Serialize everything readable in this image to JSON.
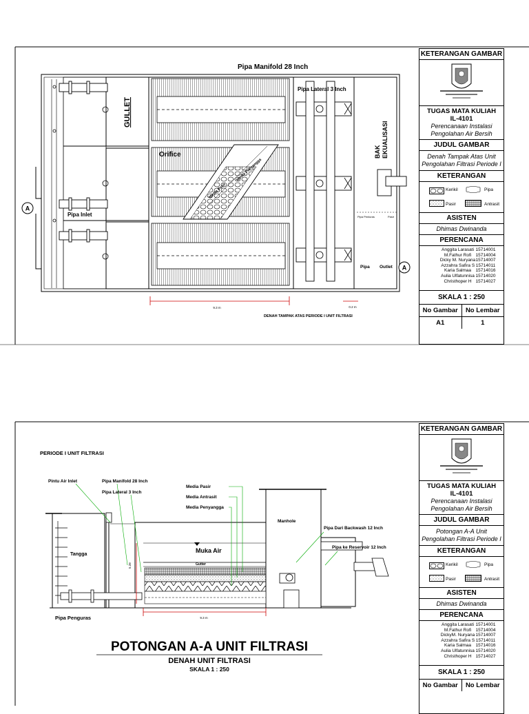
{
  "sheet1": {
    "plan": {
      "manifold_label": "Pipa Manifold 28 Inch",
      "lateral_label": "Pipa Lateral 3 Inch",
      "gullet_label": "GULLET",
      "orifice_label": "Orifice",
      "bak_label_1": "BAK",
      "bak_label_2": "EKUALISASI",
      "media_label_1": "Media Pasir",
      "media_label_2": "Media Penyangga",
      "inlet_label": "Pipa Inlet",
      "pipe_small_label": "Pipa Penluras",
      "pipe_small_label_2": "Pasir",
      "pipa_label": "Pipa",
      "outlet_label": "Outlet",
      "section_marker": "A",
      "dim_1": "9.3 m",
      "dim_2": "0.2 m",
      "caption": "DENAH TAMPAK ATAS PERIODE I UNIT FILTRASI"
    },
    "titleblock": {
      "header": "KETERANGAN GAMBAR",
      "course_title": "TUGAS MATA KULIAH",
      "course_code": "IL-4101",
      "course_name_1": "Perencanaan Instalasi",
      "course_name_2": "Pengolahan Air Bersih",
      "judul_header": "JUDUL GAMBAR",
      "judul_1": "Denah Tampak Atas Unit",
      "judul_2": "Pengolahan Filtrasi Periode I",
      "ket_header": "KETERANGAN",
      "legend": {
        "kerikil": "Kerikil",
        "pipa": "Pipa",
        "pasir": "Pasir",
        "antrasit": "Antrasit"
      },
      "asisten_header": "ASISTEN",
      "asisten_name": "Dhimas Dwinanda",
      "perencana_header": "PERENCANA",
      "perencana": [
        {
          "name": "Anggita Larasati",
          "nim": "15714001"
        },
        {
          "name": "M.Fathur Rofi",
          "nim": "15714004"
        },
        {
          "name": "Dicky M. Nuryana",
          "nim": "15714007"
        },
        {
          "name": "Azzahra Safira S",
          "nim": "15714011"
        },
        {
          "name": "Karia Salmaa",
          "nim": "15714016"
        },
        {
          "name": "Aulia Ulfatunnisa",
          "nim": "15714020"
        },
        {
          "name": "Christhoper H",
          "nim": "15714027"
        }
      ],
      "skala": "SKALA 1 : 250",
      "no_gambar_label": "No Gambar",
      "no_lembar_label": "No Lembar",
      "no_gambar": "A1",
      "no_lembar": "1"
    }
  },
  "sheet2": {
    "section": {
      "periode_label": "PERIODE I UNIT FILTRASI",
      "pintu_air": "Pintu Air Inlet",
      "manifold": "Pipa Manifold 28 Inch",
      "lateral": "Pipa Lateral 3 Inch",
      "media_pasir": "Media Pasir",
      "media_antrasit": "Media Antrasit",
      "media_penyangga": "Media Penyangga",
      "manhole": "Manhole",
      "backwash": "Pipa Dari Backwash 12 Inch",
      "reservoir": "Pipa ke Reservoir 12 Inch",
      "tangga": "Tangga",
      "muka_air": "Muka Air",
      "gutter": "Gutter",
      "penguras": "Pipa Penguras",
      "dim": "9.3 m",
      "dim_v": "5.28",
      "title": "POTONGAN A-A UNIT FILTRASI",
      "subtitle": "DENAH UNIT FILTRASI",
      "scale": "SKALA 1 : 250"
    },
    "titleblock": {
      "header": "KETERANGAN GAMBAR",
      "course_title": "TUGAS MATA KULIAH",
      "course_code": "IL-4101",
      "course_name_1": "Perencanaan Instalasi",
      "course_name_2": "Pengolahan Air Bersih",
      "judul_header": "JUDUL GAMBAR",
      "judul_1": "Potongan A-A Unit",
      "judul_2": "Pengolahan Filtrasi Periode I",
      "ket_header": "KETERANGAN",
      "legend": {
        "kerikil": "Kerikil",
        "pipa": "Pipa",
        "pasir": "Pasir",
        "antrasit": "Antrasit"
      },
      "asisten_header": "ASISTEN",
      "asisten_name": "Dhimas Dwinanda",
      "perencana_header": "PERENCANA",
      "perencana": [
        {
          "name": "Anggita Larasati",
          "nim": "15714001"
        },
        {
          "name": "M.Fathur Rofi",
          "nim": "15714004"
        },
        {
          "name": "DickyM. Nuryana",
          "nim": "15714007"
        },
        {
          "name": "Azzahra Safira S",
          "nim": "15714011"
        },
        {
          "name": "Karia Salmaa",
          "nim": "15714016"
        },
        {
          "name": "Aulia Ulfatunnisa",
          "nim": "15714020"
        },
        {
          "name": "Christhoper H",
          "nim": "15714027"
        }
      ],
      "skala": "SKALA 1 : 250",
      "no_gambar_label": "No Gambar",
      "no_lembar_label": "No Lembar"
    }
  }
}
